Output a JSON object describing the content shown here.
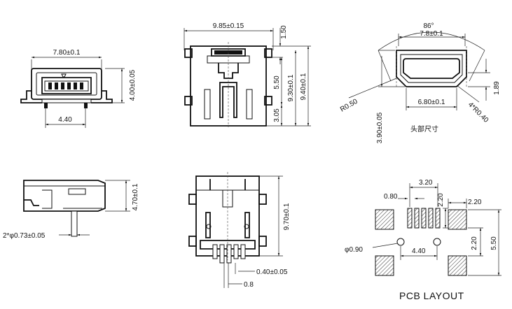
{
  "front_view": {
    "width": "7.80±0.1",
    "height": "4.00±0.05",
    "pitch": "4.40"
  },
  "top_view": {
    "width": "9.85±0.15",
    "d150": "1.50",
    "d550": "5.50",
    "d305": "3.05",
    "d930": "9.30±0.1",
    "d940": "9.40±0.1"
  },
  "head_view": {
    "angle": "86°",
    "width": "7.8±0.1",
    "inner_width": "6.80±0.1",
    "height": "3.90±0.05",
    "side": "1.89",
    "r_outer": "R0.50",
    "r_inner": "4*R0.40",
    "caption": "头部尺寸"
  },
  "side_view": {
    "height": "4.70±0.1",
    "pin": "2*φ0.73±0.05"
  },
  "bottom_view": {
    "height": "9.70±0.1",
    "pin_width": "0.40±0.05",
    "pitch": "0.8"
  },
  "pcb_layout": {
    "d320": "3.20",
    "d080": "0.80",
    "d220a": "2.20",
    "d220b": "2.20",
    "d220c": "2.20",
    "d550": "5.50",
    "d440": "4.40",
    "hole": "φ0.90",
    "title": "PCB LAYOUT"
  }
}
